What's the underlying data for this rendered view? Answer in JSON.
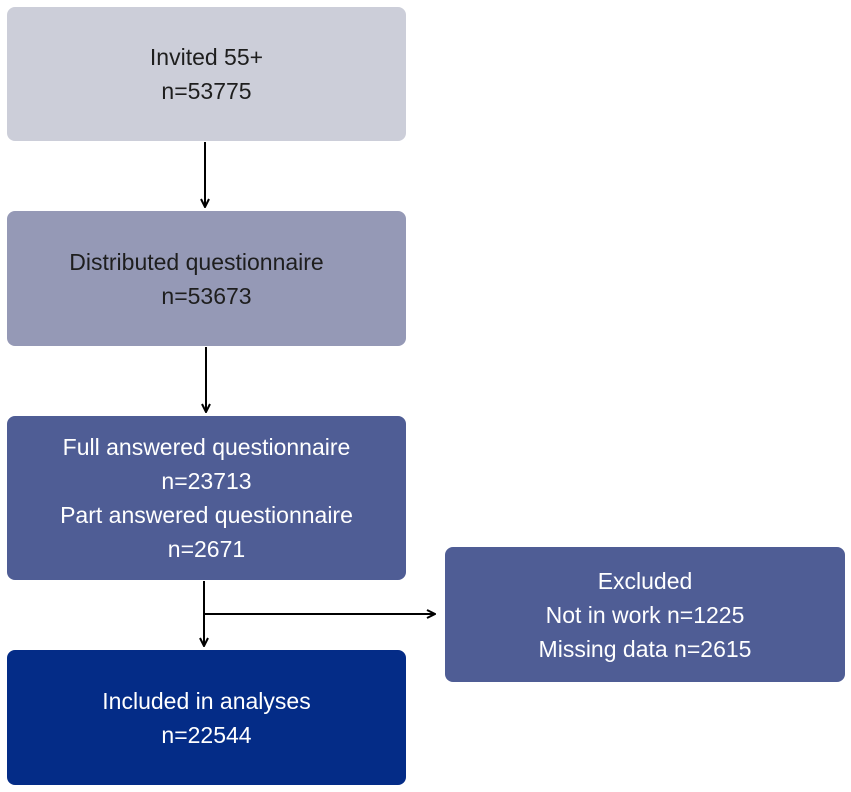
{
  "flowchart": {
    "invited": {
      "line1": "Invited 55+",
      "line2": "n=53775"
    },
    "distributed": {
      "line1": "Distributed questionnaire",
      "line2": "n=53673"
    },
    "answered": {
      "line1": "Full answered questionnaire",
      "line2": "n=23713",
      "line3": "Part answered questionnaire",
      "line4": "n=2671"
    },
    "excluded": {
      "line1": "Excluded",
      "line2": "Not in work n=1225",
      "line3": "Missing data n=2615"
    },
    "included": {
      "line1": "Included in analyses",
      "line2": "n=22544"
    }
  },
  "colors": {
    "invited_fill": "#ccced9",
    "distributed_fill": "#9599b6",
    "answered_fill": "#4f5d95",
    "excluded_fill": "#4f5d95",
    "included_fill": "#042c87",
    "arrow": "#000000"
  }
}
